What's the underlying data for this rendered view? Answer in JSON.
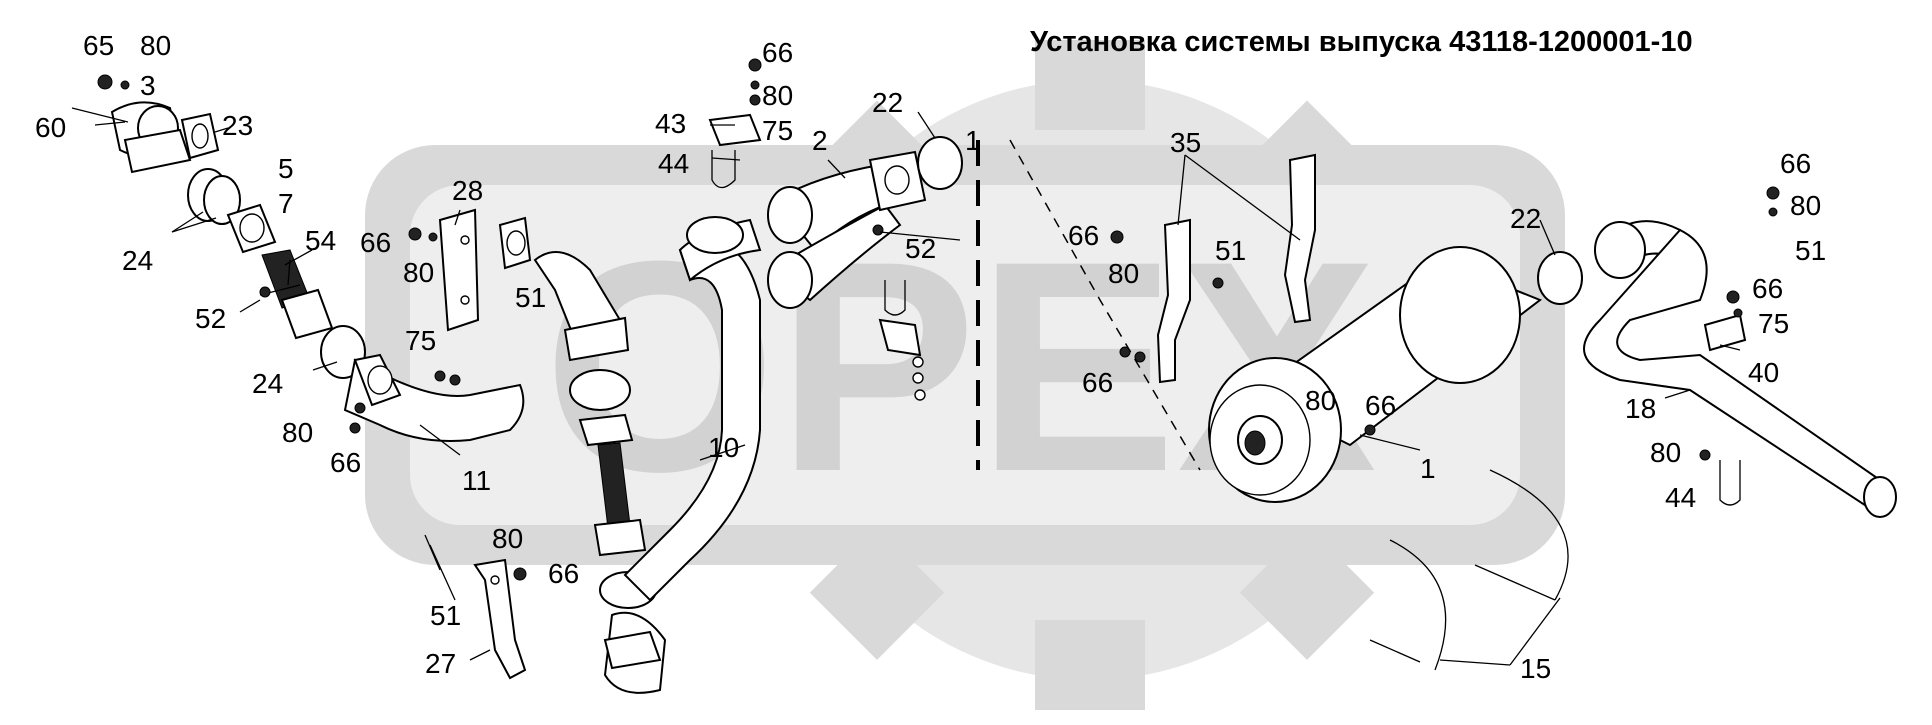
{
  "title": "Установка системы выпуска 43118-1200001-10",
  "watermark_text": "OPEX",
  "callouts": {
    "c65": "65",
    "c80a": "80",
    "c3": "3",
    "c60": "60",
    "c23": "23",
    "c5": "5",
    "c7": "7",
    "c54": "54",
    "c24a": "24",
    "c52a": "52",
    "c24b": "24",
    "c80b": "80",
    "c66a": "66",
    "c11": "11",
    "c28": "28",
    "c66b": "66",
    "c80c": "80",
    "c51a": "51",
    "c75a": "75",
    "c43": "43",
    "c44a": "44",
    "c66c": "66",
    "c80d": "80",
    "c75b": "75",
    "c2": "2",
    "c22a": "22",
    "c1a": "1",
    "c52b": "52",
    "c10": "10",
    "c80e": "80",
    "c66d": "66",
    "c51b": "51",
    "c27": "27",
    "c35": "35",
    "c66e": "66",
    "c80f": "80",
    "c51c": "51",
    "c66f": "66",
    "c80g": "80",
    "c66g": "66",
    "c1b": "1",
    "c22b": "22",
    "c15": "15",
    "c66h": "66",
    "c80h": "80",
    "c51d": "51",
    "c66i": "66",
    "c75c": "75",
    "c40": "40",
    "c18": "18",
    "c80i": "80",
    "c44b": "44"
  }
}
